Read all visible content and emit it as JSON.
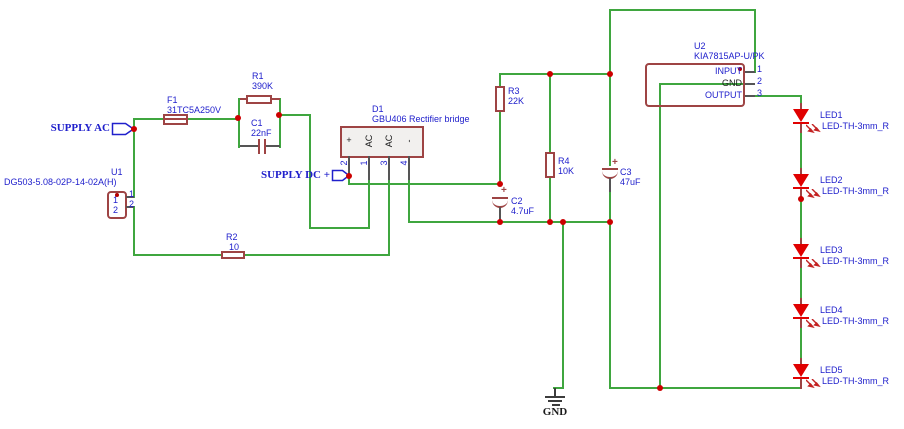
{
  "colors": {
    "wire": "#3fa63f",
    "junction": "#cc0000",
    "outline": "#9e4444",
    "blue": "#2020cc",
    "black": "#1a1a1a",
    "pin": "#555555",
    "led": "#e00000",
    "fill": "#f2f0ee"
  },
  "ports": {
    "supply_ac": {
      "label": "SUPPLY AC"
    },
    "supply_dc": {
      "label": "SUPPLY DC +"
    },
    "gnd": {
      "label": "GND"
    }
  },
  "components": {
    "f1": {
      "ref": "F1",
      "value": "31TC5A250V"
    },
    "r1": {
      "ref": "R1",
      "value": "390K"
    },
    "c1": {
      "ref": "C1",
      "value": "22nF"
    },
    "u1": {
      "ref": "U1",
      "value": "DG503-5.08-02P-14-02A(H)",
      "pins": [
        {
          "num": "1",
          "inner": "1"
        },
        {
          "num": "2",
          "inner": "2"
        }
      ]
    },
    "r2": {
      "ref": "R2",
      "value": "10"
    },
    "d1": {
      "ref": "D1",
      "value": "GBU406 Rectifier bridge",
      "pins": [
        {
          "num": "2",
          "name": "+"
        },
        {
          "num": "1",
          "name": "AC"
        },
        {
          "num": "3",
          "name": "AC"
        },
        {
          "num": "4",
          "name": "-"
        }
      ]
    },
    "r3": {
      "ref": "R3",
      "value": "22K"
    },
    "r4": {
      "ref": "R4",
      "value": "10K"
    },
    "c2": {
      "ref": "C2",
      "value": "4.7uF",
      "polarity": "+"
    },
    "c3": {
      "ref": "C3",
      "value": "47uF",
      "polarity": "+"
    },
    "u2": {
      "ref": "U2",
      "value": "KIA7815AP-U/PK",
      "pins": [
        {
          "num": "1",
          "name": "INPUT"
        },
        {
          "num": "2",
          "name": "GND"
        },
        {
          "num": "3",
          "name": "OUTPUT"
        }
      ]
    },
    "led1": {
      "ref": "LED1",
      "value": "LED-TH-3mm_R"
    },
    "led2": {
      "ref": "LED2",
      "value": "LED-TH-3mm_R"
    },
    "led3": {
      "ref": "LED3",
      "value": "LED-TH-3mm_R"
    },
    "led4": {
      "ref": "LED4",
      "value": "LED-TH-3mm_R"
    },
    "led5": {
      "ref": "LED5",
      "value": "LED-TH-3mm_R"
    }
  }
}
